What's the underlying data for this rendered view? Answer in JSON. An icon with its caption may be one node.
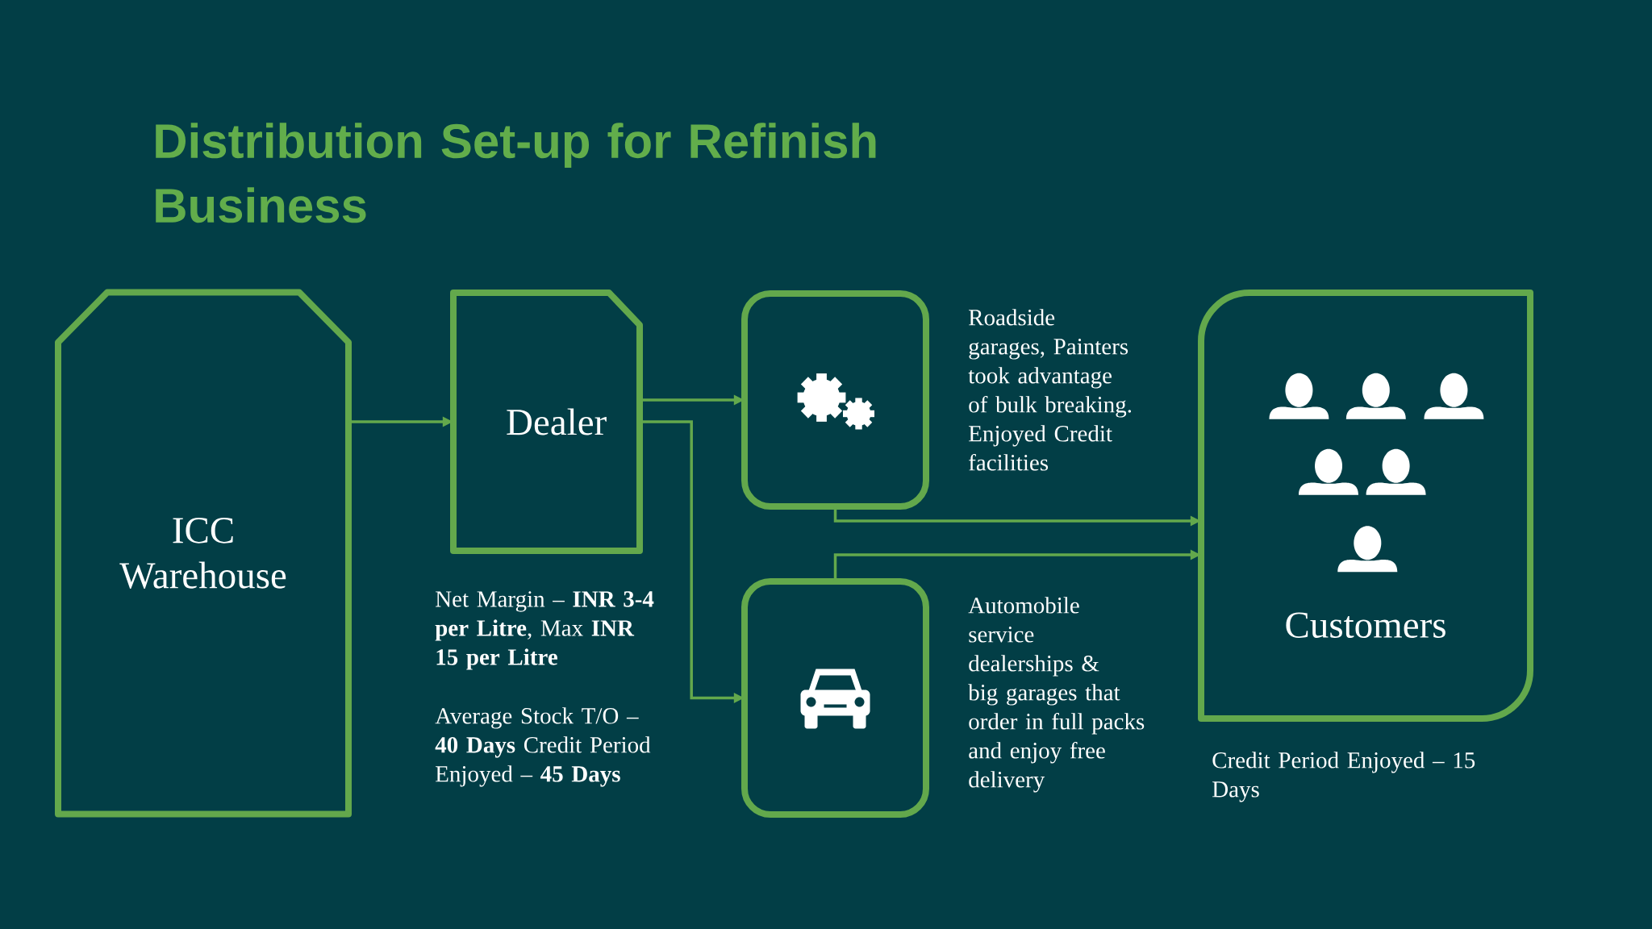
{
  "diagram": {
    "title": "Distribution Set-up for Refinish Business",
    "nodes": [
      {
        "text": [
          "ICC Warehouse"
        ]
      },
      {
        "text": [
          "Dealer"
        ],
        "beside": [
          "Net Margin – **INR 3-4 per Litre**, Max **INR 15 per Litre**",
          "Average Stock T/O – **40 Days** Credit Period Enjoyed – **45 Days**"
        ]
      },
      {
        "text": [],
        "shape": "box",
        "beside": [
          "Roadside garages, Painters took advantage of bulk breaking. Enjoyed Credit facilities"
        ]
      },
      {
        "text": [],
        "shape": "box",
        "beside": [
          "Automobile service dealerships & big garages that order in full packs and enjoy free delivery"
        ]
      },
      {
        "text": [
          "Customers"
        ],
        "beside": [
          "Credit Period Enjoyed – 15 Days"
        ]
      }
    ],
    "edges": [
      {
        "from": 0,
        "to": 1,
        "arrow": "to"
      },
      {
        "from": 1,
        "to": 2,
        "arrow": "to"
      },
      {
        "from": 1,
        "to": 3,
        "arrow": "to"
      },
      {
        "from": 2,
        "to": 4,
        "arrow": "to"
      },
      {
        "from": 3,
        "to": 4,
        "arrow": "to"
      }
    ]
  }
}
